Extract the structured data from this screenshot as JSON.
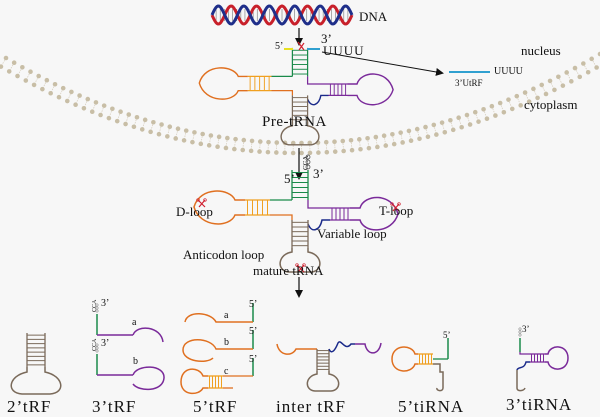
{
  "title": "tRNA-derived small RNA biogenesis",
  "colors": {
    "background": "#f7f7f7",
    "dna_red": "#c8202a",
    "dna_blue": "#1f2f8a",
    "acceptor_stem": "#1a8a4a",
    "d_arm": "#e07020",
    "d_stem": "#f0a020",
    "t_arm": "#7a2a9a",
    "anticodon_arm": "#7a6a5a",
    "variable_loop": "#1a2a8a",
    "trailer": "#30a0d0",
    "leader": "#e8e020",
    "scissors": "#d02030",
    "membrane": "#c8bea6"
  },
  "top": {
    "dna_label": "DNA",
    "three_prime": "3’",
    "five_prime": "5’",
    "uuuu": "UUUU",
    "pre_trna_label": "Pre-tRNA",
    "utrf_uuuu": "UUUU",
    "utrf_label": "3’UtRF",
    "nucleus_label": "nucleus",
    "cytoplasm_label": "cytoplasm"
  },
  "mature": {
    "five_prime": "5’",
    "three_prime": "3’",
    "cca": "CCA",
    "d_loop": "D-loop",
    "t_loop": "T-loop",
    "variable_loop": "Variable loop",
    "anticodon_loop": "Anticodon loop",
    "label": "mature tRNA"
  },
  "fragments": [
    {
      "id": "2tRF",
      "label": "2’tRF"
    },
    {
      "id": "3tRF",
      "label": "3’tRF",
      "sub": [
        {
          "tag": "a",
          "end": "3’",
          "cca": "CCA"
        },
        {
          "tag": "b",
          "end": "3’",
          "cca": "CCA"
        }
      ]
    },
    {
      "id": "5tRF",
      "label": "5’tRF",
      "sub": [
        {
          "tag": "a",
          "end": "5’"
        },
        {
          "tag": "b",
          "end": "5’"
        },
        {
          "tag": "c",
          "end": "5’"
        }
      ]
    },
    {
      "id": "intertRF",
      "label": "inter tRF"
    },
    {
      "id": "5tiRNA",
      "label": "5’tiRNA",
      "end": "5’"
    },
    {
      "id": "3tiRNA",
      "label": "3’tiRNA",
      "end": "3’",
      "cca": "CCA"
    }
  ]
}
